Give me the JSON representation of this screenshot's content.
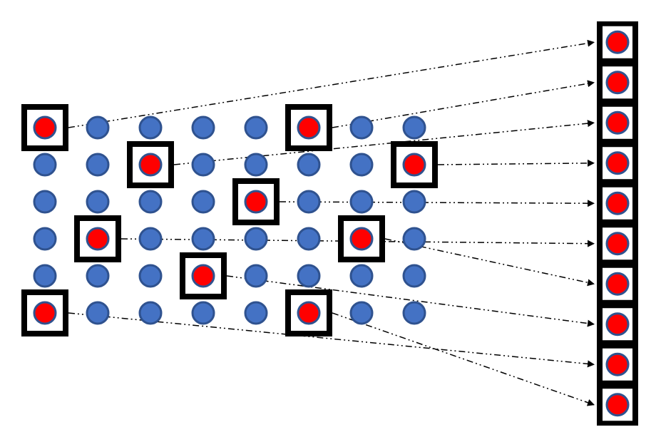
{
  "diagram": {
    "type": "sampling-to-vector",
    "grid": {
      "rows": 6,
      "cols": 8
    },
    "selected_cells": [
      {
        "row": 0,
        "col": 0
      },
      {
        "row": 0,
        "col": 5
      },
      {
        "row": 1,
        "col": 2
      },
      {
        "row": 1,
        "col": 7
      },
      {
        "row": 2,
        "col": 4
      },
      {
        "row": 3,
        "col": 1
      },
      {
        "row": 3,
        "col": 6
      },
      {
        "row": 4,
        "col": 3
      },
      {
        "row": 5,
        "col": 0
      },
      {
        "row": 5,
        "col": 5
      }
    ],
    "output_slots": 10,
    "colors": {
      "dot_fill": "#4472C4",
      "dot_stroke": "#2F528F",
      "selected_fill": "#FF0000",
      "box_stroke": "#000000",
      "arrow": "#000000",
      "background": "#FFFFFF"
    }
  }
}
